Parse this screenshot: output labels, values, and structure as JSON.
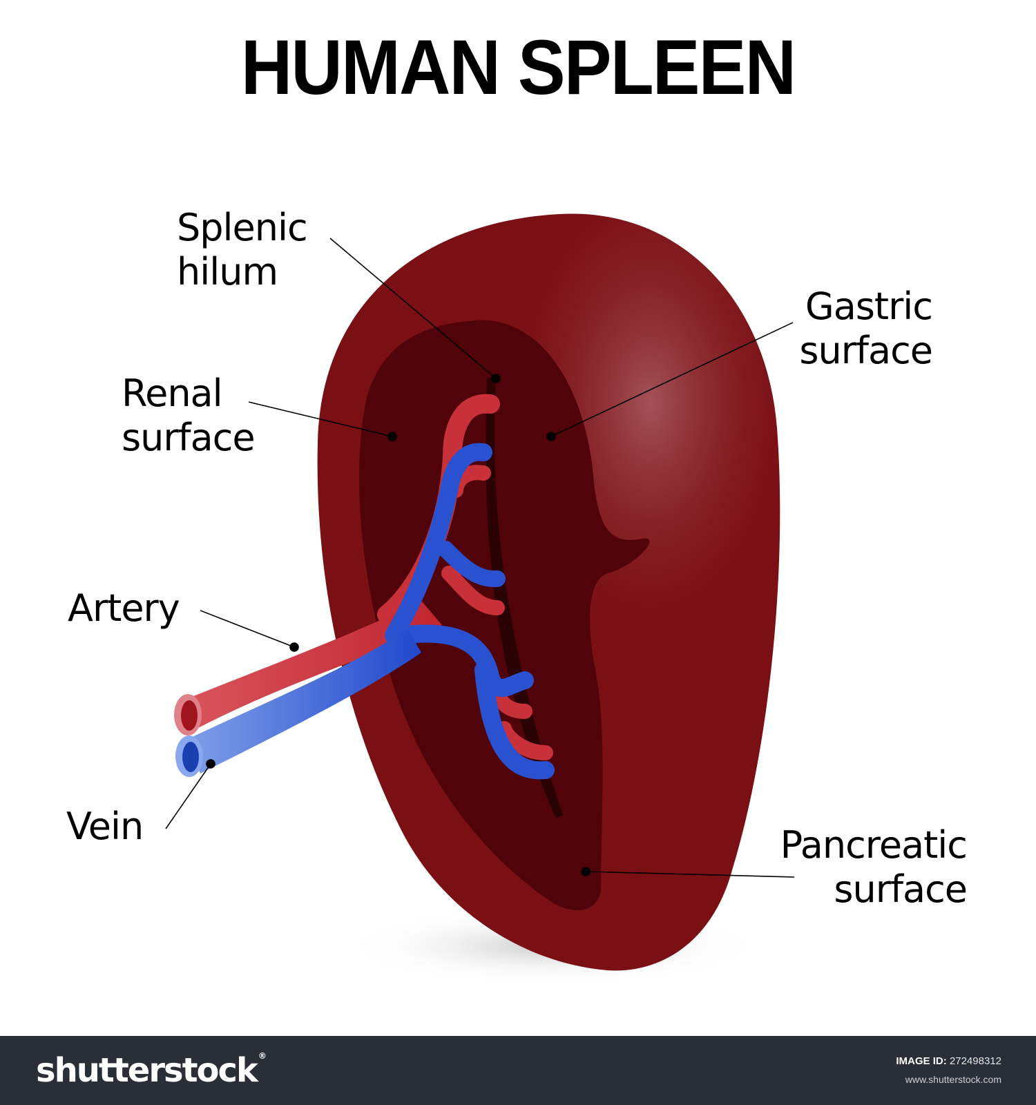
{
  "title": "HUMAN SPLEEN",
  "labels": {
    "splenic_hilum": [
      "Splenic",
      "hilum"
    ],
    "renal_surface": [
      "Renal",
      "surface"
    ],
    "artery": "Artery",
    "vein": "Vein",
    "gastric_surface": [
      "Gastric",
      "surface"
    ],
    "pancreatic_surface": [
      "Pancreatic",
      "surface"
    ]
  },
  "colors": {
    "spleen": "#7a0f14",
    "spleen_inner": "#4e060b",
    "artery": "#c8303a",
    "vein": "#2a52d0",
    "footer_bg": "#2a2e37"
  },
  "footer": {
    "logo": "shutterstock",
    "image_id_label": "IMAGE ID:",
    "image_id_value": "272498312",
    "site": "www.shutterstock.com"
  }
}
